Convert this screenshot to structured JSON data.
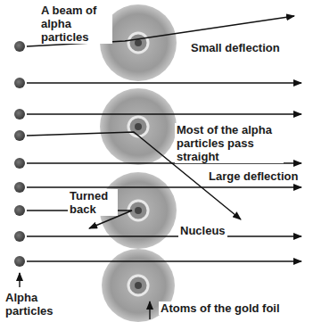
{
  "diagram": {
    "labels": [
      "A beam of alpha particles",
      "Small deflection",
      "Most of the alpha particles pass straight",
      "Large deflection",
      "Turned back",
      "Nucleus",
      "Alpha particles",
      "Atoms of the gold foil"
    ]
  }
}
